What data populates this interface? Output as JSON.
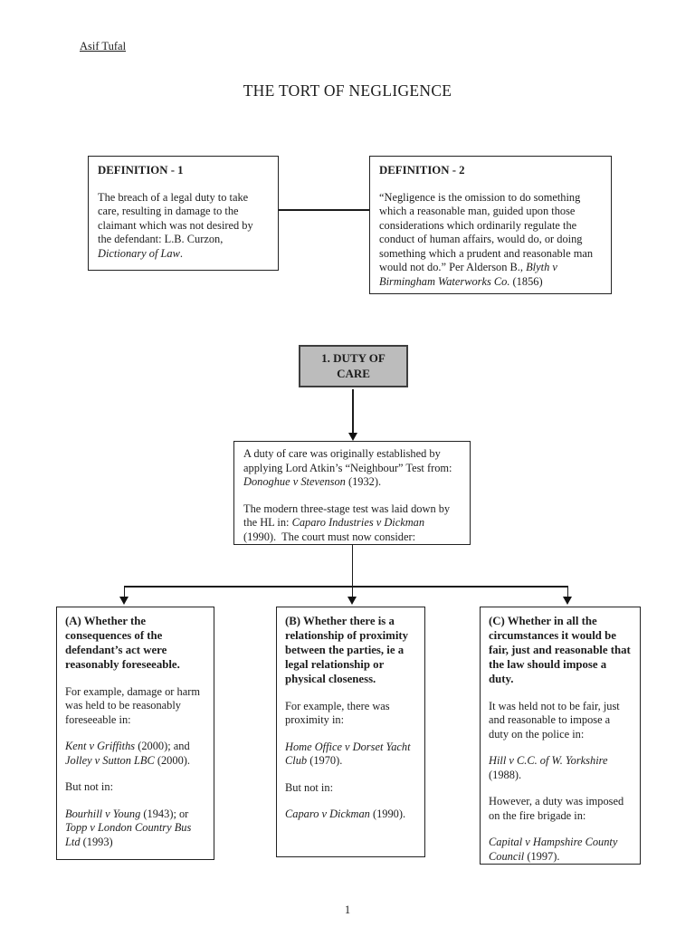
{
  "page": {
    "author": "Asif Tufal",
    "title": "THE TORT OF NEGLIGENCE",
    "page_number": "1"
  },
  "definition1": {
    "heading": "DEFINITION - 1",
    "paragraphs": [
      [
        {
          "t": "The breach of a legal duty to take care, resulting in damage to the claimant which was not desired by the defendant: L.B. Curzon, "
        },
        {
          "t": "Dictionary of Law",
          "i": true
        },
        {
          "t": "."
        }
      ]
    ]
  },
  "definition2": {
    "heading": "DEFINITION - 2",
    "paragraphs": [
      [
        {
          "t": "“Negligence is the omission to do something which a reasonable man, guided upon those considerations which ordinarily regulate the conduct of human affairs, would do, or doing something which a prudent and reasonable man would not do.” Per Alderson B., "
        },
        {
          "t": "Blyth v Birmingham Waterworks Co.",
          "i": true
        },
        {
          "t": " (1856)"
        }
      ]
    ]
  },
  "duty_box": {
    "label": "1. DUTY OF CARE"
  },
  "main_box": {
    "paragraphs": [
      [
        {
          "t": "A duty of care was originally established by applying Lord Atkin’s “Neighbour” Test from: "
        },
        {
          "t": "Donoghue v Stevenson",
          "i": true
        },
        {
          "t": " (1932)."
        }
      ],
      [
        {
          "t": "The modern three-stage test was laid down by the HL in: "
        },
        {
          "t": "Caparo Industries v Dickman",
          "i": true
        },
        {
          "t": " (1990).  The court must now consider:"
        }
      ]
    ]
  },
  "box_a": {
    "heading": "(A) Whether the consequences of the defendant’s act were reasonably foreseeable.",
    "paragraphs": [
      [
        {
          "t": "For example, damage or harm was held to be reasonably foreseeable in:"
        }
      ],
      [
        {
          "t": "Kent v Griffiths",
          "i": true
        },
        {
          "t": " (2000); and "
        },
        {
          "t": "Jolley v Sutton LBC",
          "i": true
        },
        {
          "t": " (2000)."
        }
      ],
      [
        {
          "t": "But not in:"
        }
      ],
      [
        {
          "t": "Bourhill v Young",
          "i": true
        },
        {
          "t": " (1943); or "
        },
        {
          "t": "Topp v London Country Bus Ltd",
          "i": true
        },
        {
          "t": " (1993)"
        }
      ]
    ]
  },
  "box_b": {
    "heading": "(B) Whether there is a relationship of proximity between the parties, ie a legal relationship or physical closeness.",
    "paragraphs": [
      [
        {
          "t": "For example, there was proximity in:"
        }
      ],
      [
        {
          "t": "Home Office v Dorset Yacht Club",
          "i": true
        },
        {
          "t": " (1970)."
        }
      ],
      [
        {
          "t": "But not in:"
        }
      ],
      [
        {
          "t": "Caparo v Dickman",
          "i": true
        },
        {
          "t": " (1990)."
        }
      ]
    ]
  },
  "box_c": {
    "heading": "(C) Whether in all the circumstances it would be fair, just and reasonable that the law should impose a duty.",
    "paragraphs": [
      [
        {
          "t": "It was held not to be fair, just and reasonable to impose a duty on the police in:"
        }
      ],
      [
        {
          "t": "Hill v C.C. of W. Yorkshire",
          "i": true
        },
        {
          "t": " (1988)."
        }
      ],
      [
        {
          "t": "However, a duty was imposed on the fire brigade in:"
        }
      ],
      [
        {
          "t": "Capital v Hampshire County Council",
          "i": true
        },
        {
          "t": " (1997)."
        }
      ]
    ]
  }
}
